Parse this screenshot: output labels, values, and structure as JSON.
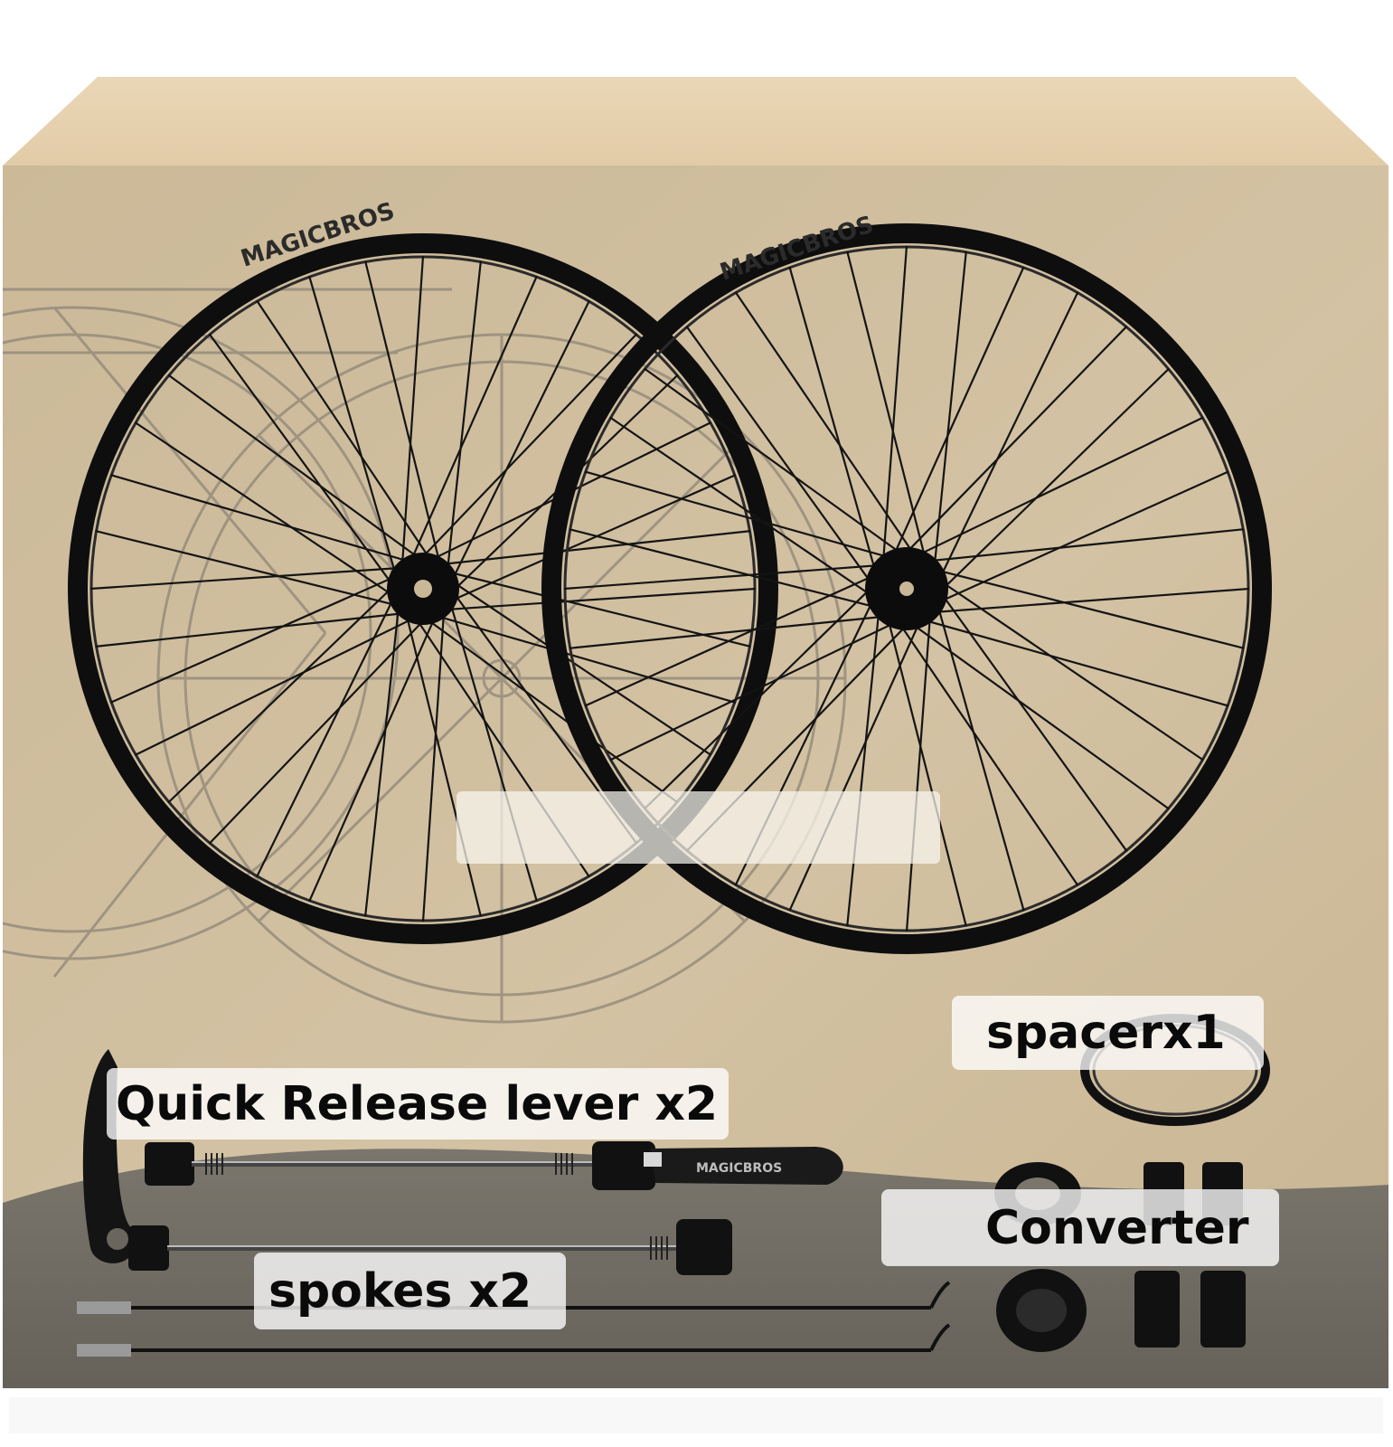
{
  "labels": {
    "spacer": "spacerx1",
    "quick_release": "Quick Release lever x2",
    "converter": "Converter",
    "spokes": "spokes x2"
  },
  "brand": {
    "lever_mark": "MAGICBROS",
    "rim_mark": "MAGICBROS"
  },
  "colors": {
    "box_front": "#cdbb9c",
    "box_top": "#e6d2b0",
    "box_bottom": "#6f6b62",
    "parts": "#101010"
  }
}
